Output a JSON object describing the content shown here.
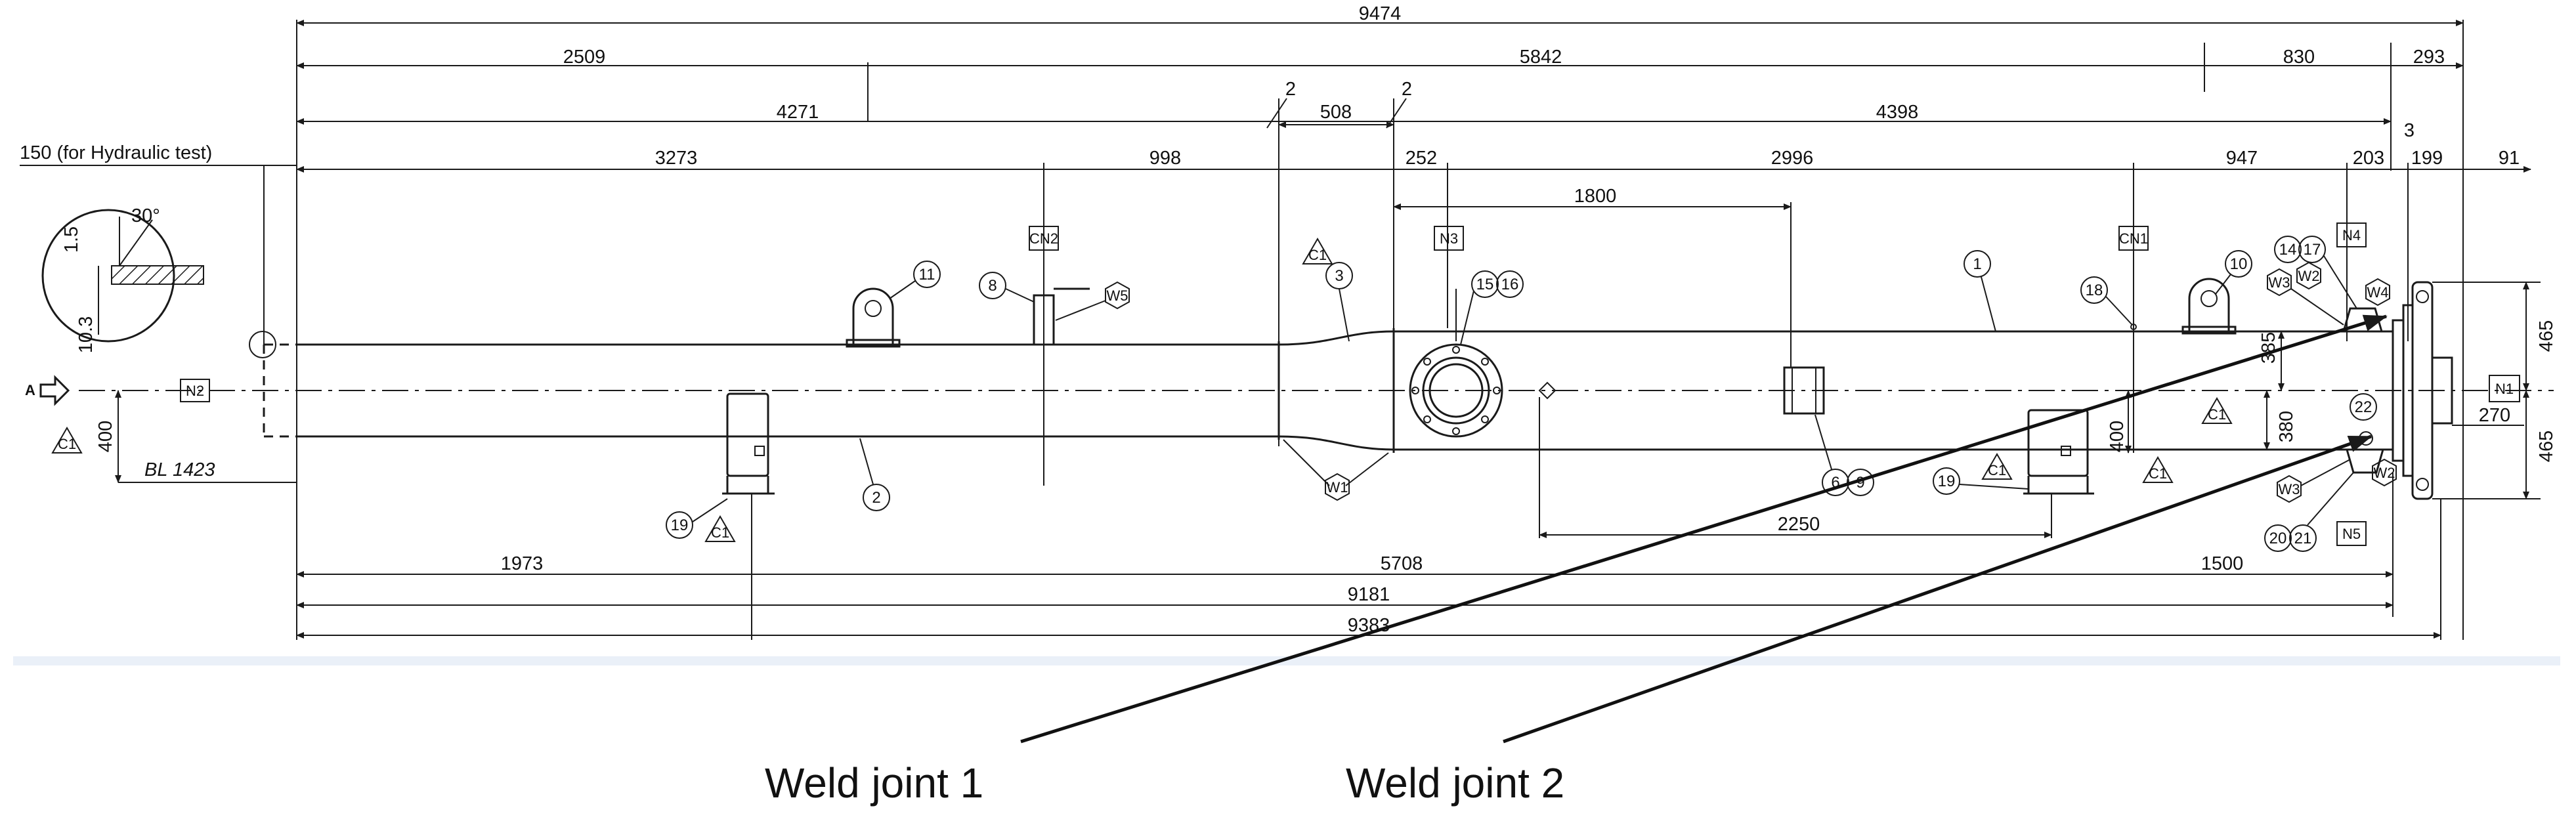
{
  "dimensions": {
    "overall": "9474",
    "seg_2509": "2509",
    "seg_5842": "5842",
    "seg_830": "830",
    "seg_293": "293",
    "seg_4271": "4271",
    "seg_4398": "4398",
    "gap_2a": "2",
    "seg_508": "508",
    "gap_2b": "2",
    "hydro": "150 (for Hydraulic test)",
    "seg_3273": "3273",
    "seg_998": "998",
    "seg_252": "252",
    "seg_2996": "2996",
    "seg_947": "947",
    "seg_203": "203",
    "seg_199": "199",
    "seg_3": "3",
    "seg_91": "91",
    "seg_1800": "1800",
    "v_385": "385",
    "v_380": "380",
    "v_400_right": "400",
    "v_400_left": "400",
    "v_465_top": "465",
    "v_465_bot": "465",
    "h_270": "270",
    "seg_2250": "2250",
    "seg_1973": "1973",
    "seg_5708": "5708",
    "seg_1500": "1500",
    "seg_9181": "9181",
    "seg_9383": "9383",
    "baseline": "BL 1423",
    "detail_15": "1.5",
    "detail_30": "30°",
    "detail_103": "10.3"
  },
  "nozzles": {
    "n1": "N1",
    "n2": "N2",
    "n3": "N3",
    "n4": "N4",
    "n5": "N5",
    "cn1": "CN1",
    "cn2": "CN2"
  },
  "welds": {
    "w1": "W1",
    "w2a": "W2",
    "w2b": "W2",
    "w3a": "W3",
    "w3b": "W3",
    "w4": "W4",
    "w5": "W5"
  },
  "balloons": {
    "b1": "1",
    "b2": "2",
    "b3": "3",
    "b8": "8",
    "b10": "10",
    "b11": "11",
    "b14": "14",
    "b15": "15",
    "b16": "16",
    "b17": "17",
    "b18": "18",
    "b19a": "19",
    "b19b": "19",
    "b20": "20",
    "b21": "21",
    "b22": "22",
    "b6": "6",
    "b9": "9"
  },
  "view_marker": "A",
  "inspection_symbol": "C1",
  "captions": {
    "joint1": "Weld joint 1",
    "joint2": "Weld joint 2"
  }
}
